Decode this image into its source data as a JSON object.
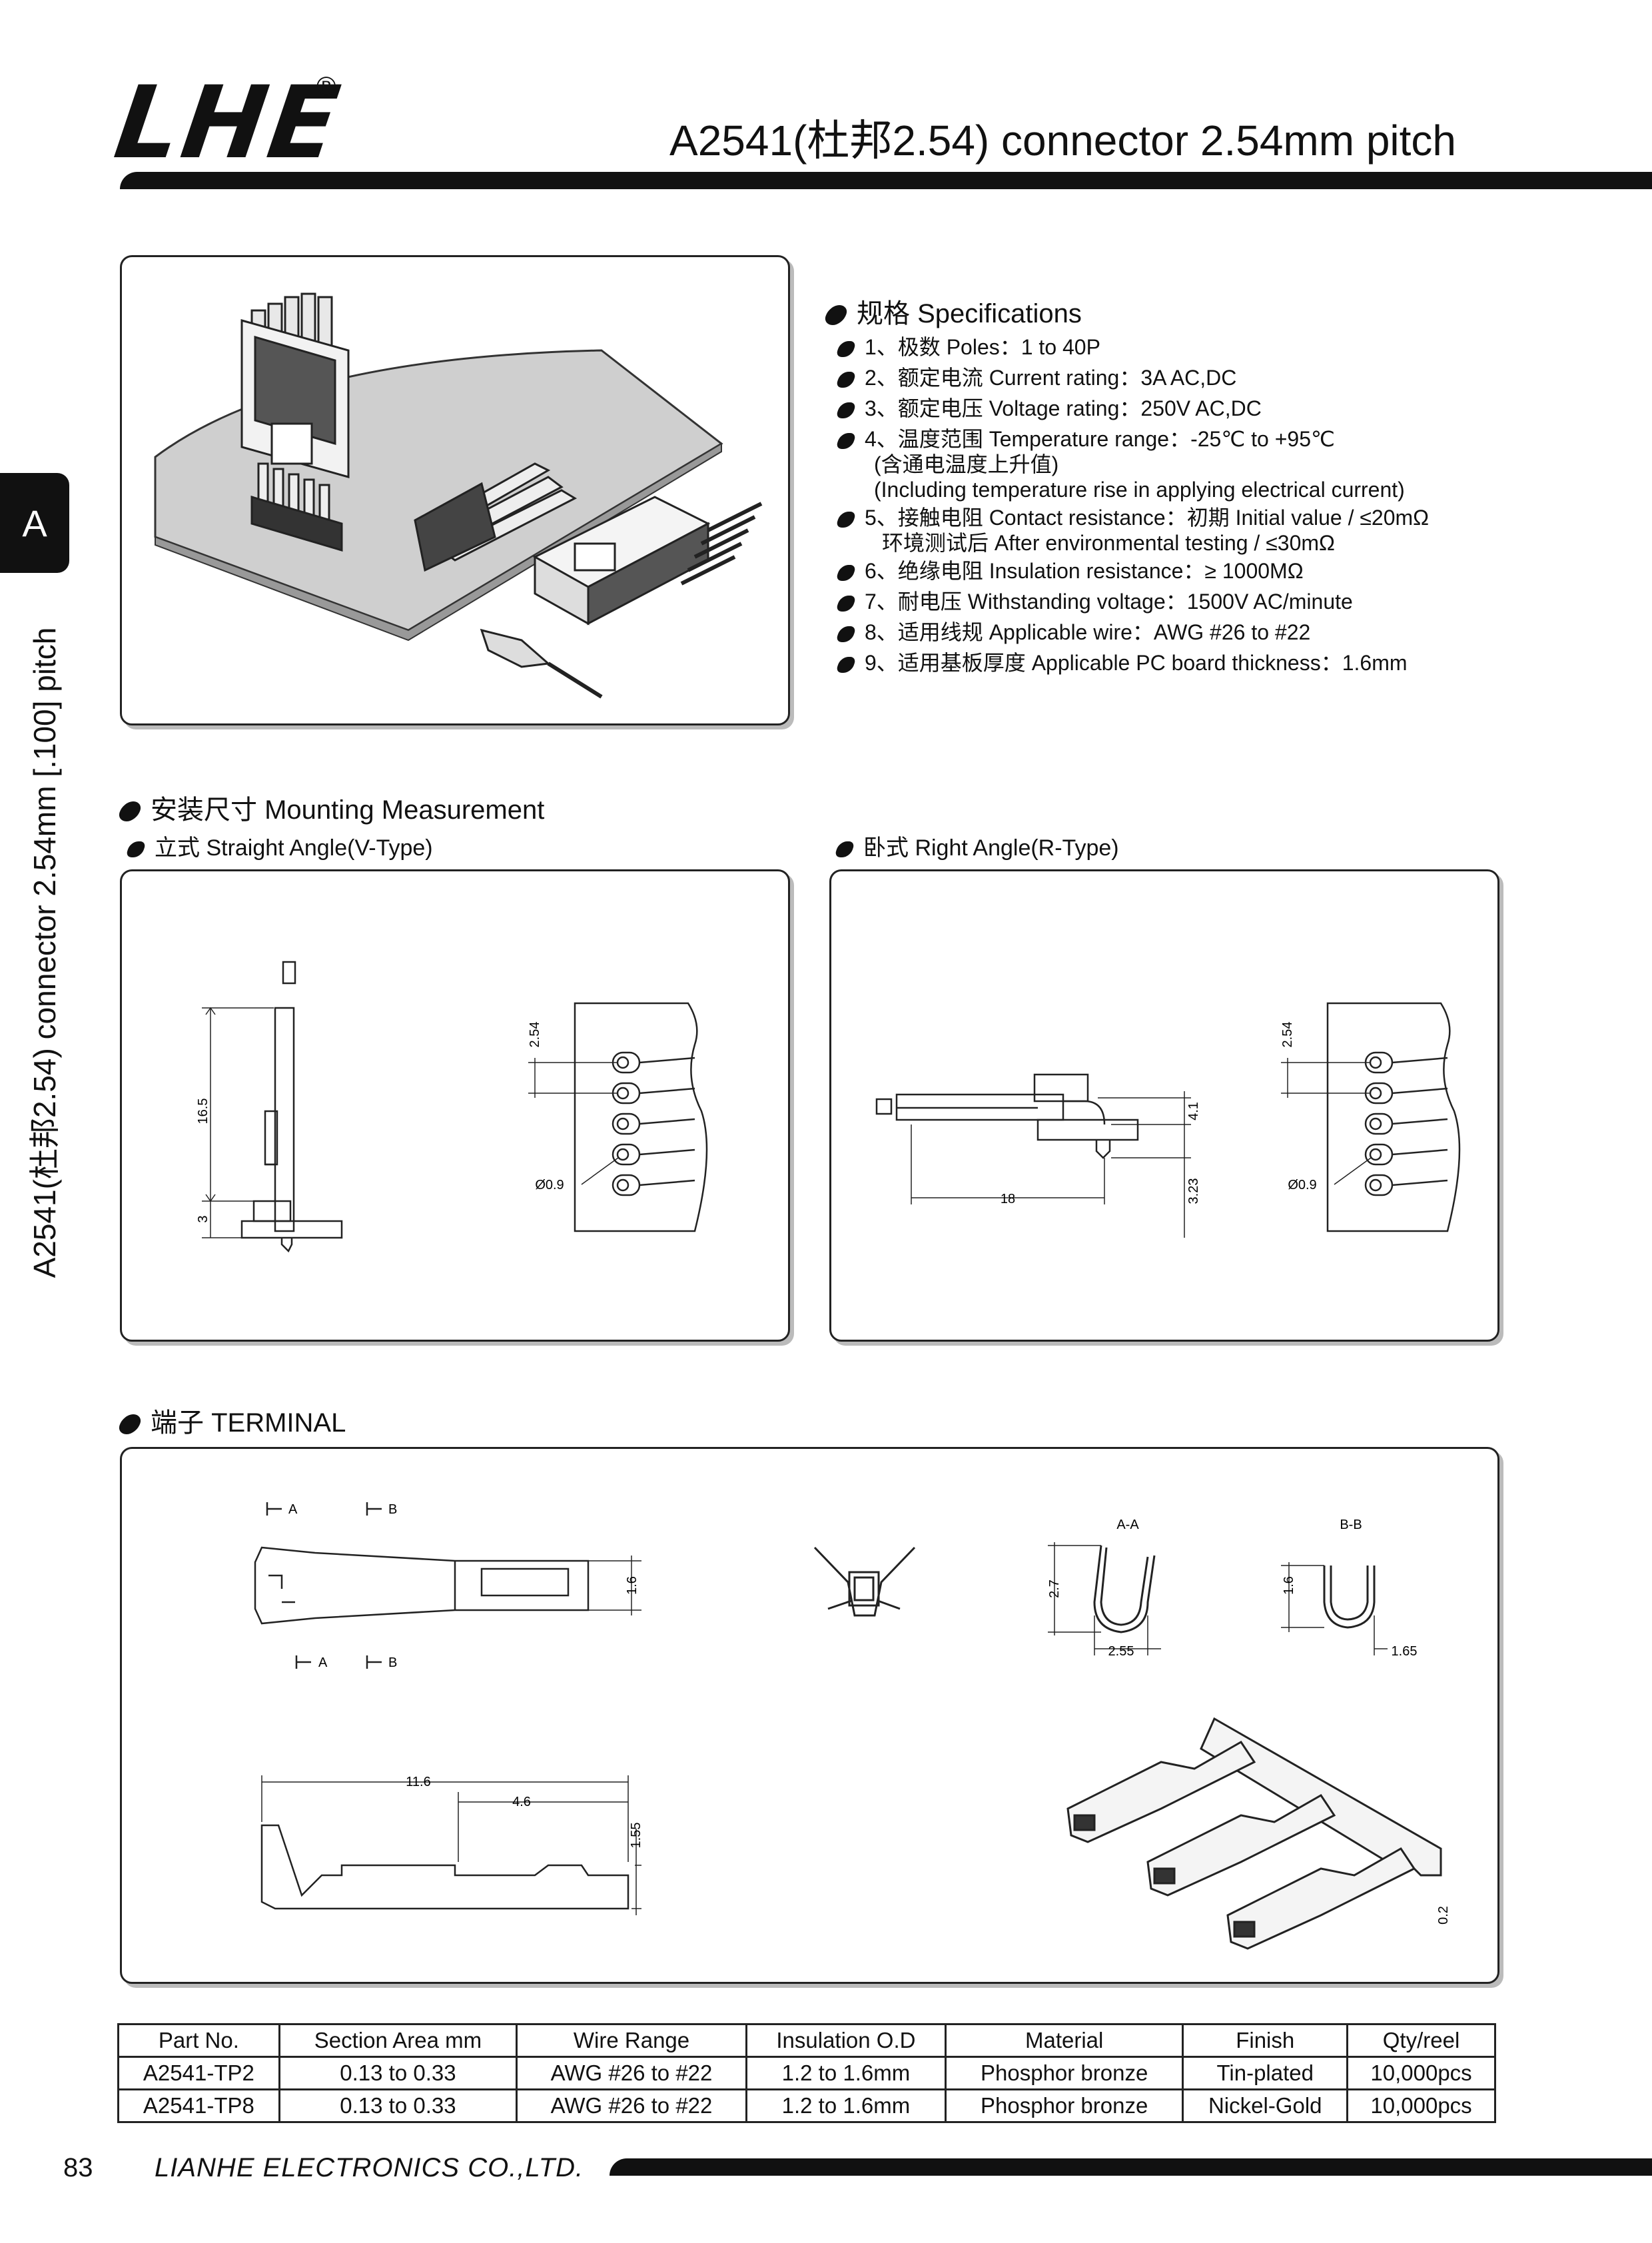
{
  "header": {
    "logo": "LHE",
    "registered": "®",
    "title": "A2541(杜邦2.54) connector 2.54mm pitch"
  },
  "side_tab": {
    "letter": "A",
    "vertical_text": "A2541(杜邦2.54) connector 2.54mm [.100] pitch"
  },
  "specifications": {
    "heading": "规格 Specifications",
    "items": [
      {
        "text": "1、极数 Poles：1 to 40P"
      },
      {
        "text": "2、额定电流 Current rating：3A  AC,DC"
      },
      {
        "text": "3、额定电压 Voltage rating：250V  AC,DC"
      },
      {
        "text": "4、温度范围 Temperature range：-25℃ to +95℃",
        "cont": [
          "(含通电温度上升值)",
          "(Including temperature rise in applying electrical current)"
        ]
      },
      {
        "text": "5、接触电阻 Contact resistance：初期 Initial value / ≤20mΩ",
        "cont": [
          "环境测试后 After environmental testing / ≤30mΩ"
        ]
      },
      {
        "text": "6、绝缘电阻 Insulation resistance：≥ 1000MΩ"
      },
      {
        "text": "7、耐电压 Withstanding voltage：1500V  AC/minute"
      },
      {
        "text": "8、适用线规 Applicable wire：AWG #26 to #22"
      },
      {
        "text": "9、适用基板厚度 Applicable PC board thickness：1.6mm"
      }
    ]
  },
  "mounting": {
    "heading": "安装尺寸 Mounting Measurement",
    "straight_label": "立式 Straight Angle(V-Type)",
    "right_label": "卧式 Right Angle(R-Type)",
    "straight_dims": {
      "height": "16.5",
      "bottom": "3",
      "pitch": "2.54",
      "hole": "Ø0.9"
    },
    "right_dims": {
      "length": "18",
      "height": "4.1",
      "drop": "3.23",
      "pitch": "2.54",
      "hole": "Ø0.9"
    }
  },
  "terminal": {
    "heading": "端子 TERMINAL",
    "section_a": "A",
    "section_b": "B",
    "section_aa": "A-A",
    "section_bb": "B-B",
    "dims": {
      "top_height": "1.6",
      "aa_height": "2.7",
      "aa_width": "2.55",
      "bb_height": "1.6",
      "bb_width": "1.65",
      "length": "11.6",
      "sub_length": "4.6",
      "side_height": "1.55",
      "strip": "0.2"
    }
  },
  "parts_table": {
    "headers": [
      "Part No.",
      "Section Area mm",
      "Wire Range",
      "Insulation O.D",
      "Material",
      "Finish",
      "Qty/reel"
    ],
    "rows": [
      [
        "A2541-TP2",
        "0.13 to 0.33",
        "AWG #26 to #22",
        "1.2 to 1.6mm",
        "Phosphor bronze",
        "Tin-plated",
        "10,000pcs"
      ],
      [
        "A2541-TP8",
        "0.13 to 0.33",
        "AWG #26 to #22",
        "1.2 to 1.6mm",
        "Phosphor bronze",
        "Nickel-Gold",
        "10,000pcs"
      ]
    ]
  },
  "footer": {
    "page_number": "83",
    "company": "LIANHE ELECTRONICS CO.,LTD."
  }
}
